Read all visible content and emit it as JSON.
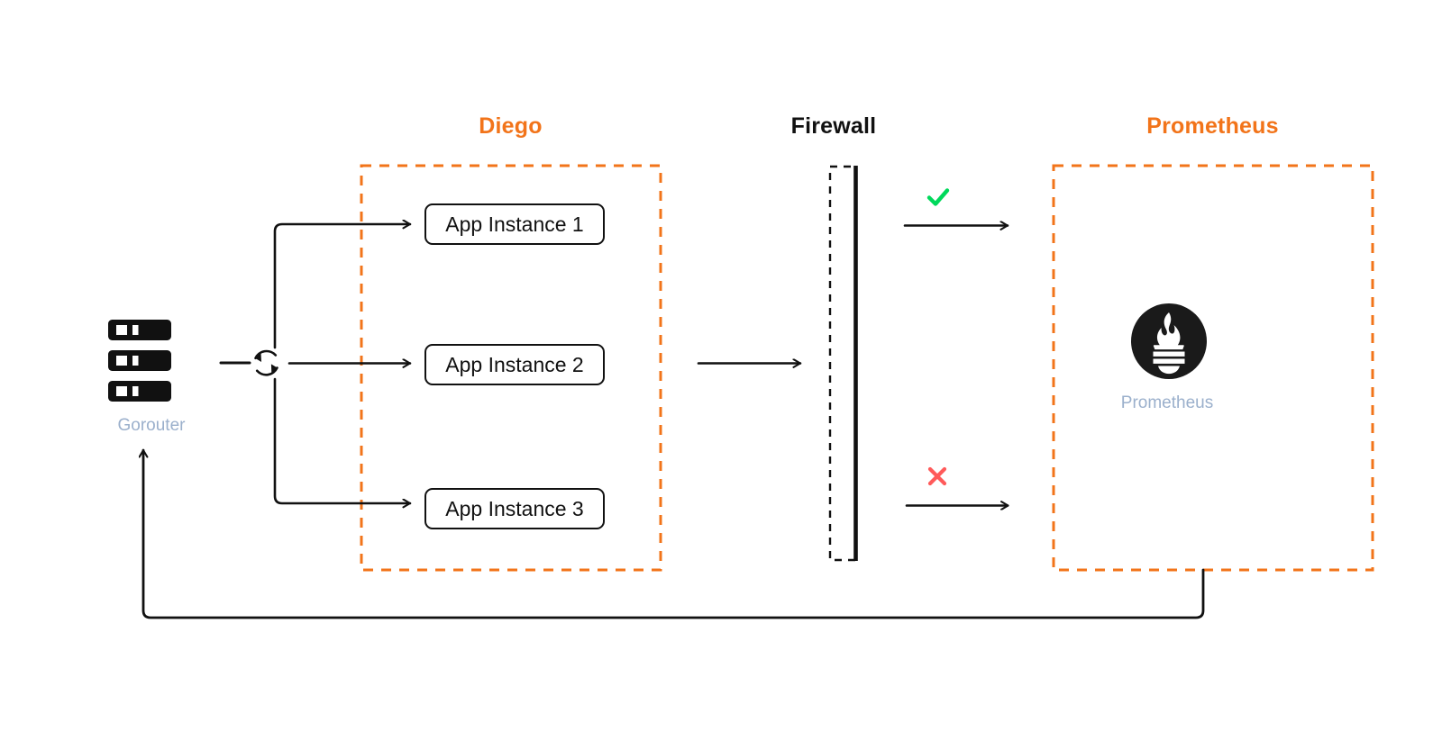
{
  "diagram": {
    "title_bar": {
      "diego": "Diego",
      "firewall": "Firewall",
      "prometheus": "Prometheus"
    },
    "colors": {
      "orange": "#F2741A",
      "black": "#111111",
      "label_blue": "#9BB0CC",
      "check_green": "#00D95B",
      "cross_red": "#FF5A5A",
      "background": "#FFFFFF"
    },
    "nodes": [
      {
        "name": "gorouter",
        "label": "Gorouter",
        "icon": "server-stack-icon"
      },
      {
        "name": "load-balancer",
        "label": "",
        "icon": "refresh-cycle-icon"
      },
      {
        "name": "prometheus-server",
        "label": "Prometheus",
        "icon": "prometheus-logo-icon"
      }
    ],
    "groups": [
      {
        "name": "diego",
        "label": "Diego",
        "border": "dashed",
        "color": "#F2741A"
      },
      {
        "name": "firewall",
        "label": "Firewall",
        "border": "dashed-with-solid-right-edge",
        "color": "#111111"
      },
      {
        "name": "prometheus",
        "label": "Prometheus",
        "border": "dashed",
        "color": "#F2741A"
      }
    ],
    "app_instances": [
      {
        "name": "app-instance-1",
        "label": "App Instance 1"
      },
      {
        "name": "app-instance-2",
        "label": "App Instance 2"
      },
      {
        "name": "app-instance-3",
        "label": "App Instance 3"
      }
    ],
    "flow_markers": [
      {
        "name": "outbound-allowed-marker",
        "glyph": "check",
        "meaning": "allowed",
        "color": "#00D95B"
      },
      {
        "name": "inbound-blocked-marker",
        "glyph": "cross",
        "meaning": "blocked",
        "color": "#FF5A5A"
      }
    ],
    "prometheus_node_label": "Prometheus",
    "gorouter_node_label": "Gorouter"
  }
}
